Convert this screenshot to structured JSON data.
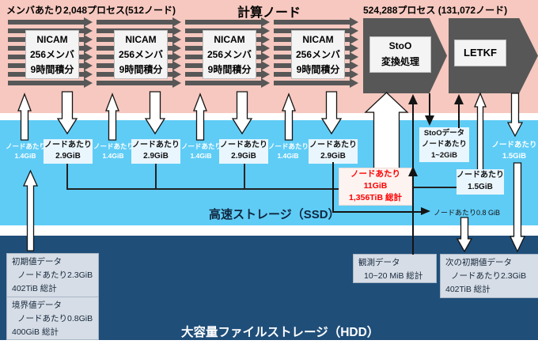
{
  "compute_band": {
    "label_members": "メンバあたり2,048プロセス(512ノード)",
    "label_title": "計算ノード",
    "label_processes": "524,288プロセス (131,072ノード)",
    "nicam": {
      "line1": "NICAM",
      "line2": "256メンバ",
      "line3": "9時間積分"
    },
    "stoo": {
      "line1": "StoO",
      "line2": "変換処理"
    },
    "letkf": {
      "label": "LETKF"
    }
  },
  "ssd_band": {
    "label": "高速ストレージ（SSD）",
    "read_per_node": {
      "line1": "ノードあたり",
      "line2": "1.4GiB"
    },
    "write_per_node": {
      "line1": "ノードあたり",
      "line2": "2.9GiB"
    },
    "total_to_stoo": {
      "line1": "ノードあたり",
      "line2": "11GiB",
      "line3": "1,356TiB 総計"
    },
    "stoo_data": {
      "line1": "StoOデータ",
      "line2": "ノードあたり",
      "line3": "1~2GiB"
    },
    "letkf_read": {
      "line1": "ノードあたり",
      "line2": "1.5GiB"
    },
    "letkf_write": {
      "line1": "ノードあたり",
      "line2": "1.5GiB"
    },
    "boundary_flow": "ノードあたり0.8 GiB"
  },
  "hdd_band": {
    "label": "大容量ファイルストレージ（HDD）",
    "initial_data": {
      "line1": "初期値データ",
      "line2": "ノードあたり2.3GiB",
      "line3": "402TiB 総計"
    },
    "boundary_data": {
      "line1": "境界値データ",
      "line2": "ノードあたり0.8GiB",
      "line3": "400GiB 総計"
    },
    "obs_data": {
      "line1": "観測データ",
      "line2": "10~20 MiB  総計"
    },
    "next_initial_data": {
      "line1": "次の初期値データ",
      "line2": "ノードあたり2.3GiB",
      "line3": "402TiB 総計"
    }
  },
  "colors": {
    "compute_band": "#f6c8bf",
    "ssd_band": "#5fccf6",
    "hdd_band": "#1f4e79",
    "process_arrow": "#575757",
    "highlight_text": "#fe0000"
  }
}
